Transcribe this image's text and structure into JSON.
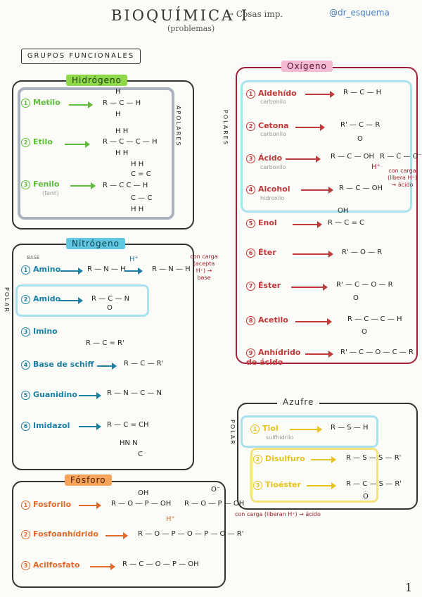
{
  "header": {
    "title": "BIOQUÍMICA I",
    "title_suffix": "→ Cosas imp.",
    "subtitle": "(problemas)",
    "handle": "@dr_esquema",
    "section_title": "GRUPOS FUNCIONALES"
  },
  "hidrogeno": {
    "header": "Hidrógeno",
    "side_label": "APOLARES",
    "items": [
      {
        "n": "1",
        "label": "Metilo"
      },
      {
        "n": "2",
        "label": "Etilo"
      },
      {
        "n": "3",
        "label": "Fenilo",
        "sub": "(fenil)"
      }
    ],
    "formulas": {
      "metilo": [
        "H",
        "R — C — H",
        "H"
      ],
      "etilo": [
        "H  H",
        "R — C — C — H",
        "H  H"
      ],
      "fenilo": [
        "H  H",
        "C = C",
        "R — C      C — H",
        "C — C",
        "H  H"
      ]
    }
  },
  "nitrogeno": {
    "header": "Nitrógeno",
    "side_label": "POLAR",
    "base_label": "BASE",
    "items": [
      {
        "n": "1",
        "label": "Amino"
      },
      {
        "n": "2",
        "label": "Amido"
      },
      {
        "n": "3",
        "label": "Imino"
      },
      {
        "n": "4",
        "label": "Base de schiff"
      },
      {
        "n": "5",
        "label": "Guanidino"
      },
      {
        "n": "6",
        "label": "Imidazol"
      }
    ],
    "formulas": {
      "amino1": "R — N — H",
      "amino_h": "H⁺",
      "amino2": "R — N — H",
      "amido": "R — C — N",
      "amido_o": "O",
      "imino": "R — C = R'",
      "schiff": "R — C — R'",
      "guanidino": "R — N — C — N",
      "imidazol": "R — C = CH",
      "imidazol2": "HN      N",
      "imidazol3": "C",
      "h": "H"
    },
    "note": "con carga (acepta H⁺) → base"
  },
  "oxigeno": {
    "header": "Oxígeno",
    "side_label": "POLARES",
    "items": [
      {
        "n": "1",
        "label": "Aldehído",
        "sub": "carbonilo"
      },
      {
        "n": "2",
        "label": "Cetona",
        "sub": "carbonilo"
      },
      {
        "n": "3",
        "label": "Ácido",
        "sub": "carboxilo"
      },
      {
        "n": "4",
        "label": "Alcohol",
        "sub": "hidroxilo"
      },
      {
        "n": "5",
        "label": "Enol"
      },
      {
        "n": "6",
        "label": "Éter"
      },
      {
        "n": "7",
        "label": "Éster"
      },
      {
        "n": "8",
        "label": "Acetilo"
      },
      {
        "n": "9",
        "label": "Anhídrido de ácido"
      }
    ],
    "formulas": {
      "aldehido": "R — C — H",
      "cetona": "R' — C — R",
      "acido": "R — C — OH",
      "acido2": "R — C — O⁻",
      "alcohol": "R — C — OH",
      "enol": "R — C = C",
      "eter": "R' — O — R",
      "ester": "R' — C — O — R",
      "acetilo": "R — C — C — H",
      "anhidrido": "R' — C — O — C — R",
      "o": "O",
      "oh": "OH",
      "hplus": "H⁺"
    },
    "note": "con carga (libera H⁺) → ácido"
  },
  "azufre": {
    "header": "Azufre",
    "side_label": "POLAR",
    "items": [
      {
        "n": "1",
        "label": "Tiol",
        "sub": "sulfhidrilo"
      },
      {
        "n": "2",
        "label": "Disulfuro"
      },
      {
        "n": "3",
        "label": "Tioéster"
      }
    ],
    "formulas": {
      "tiol": "R — S — H",
      "disulfuro": "R — S — S — R'",
      "tioester": "R — C — S — R'",
      "o": "O"
    }
  },
  "fosforo": {
    "header": "Fósforo",
    "items": [
      {
        "n": "1",
        "label": "Fosforilo"
      },
      {
        "n": "2",
        "label": "Fosfoanhídrido"
      },
      {
        "n": "3",
        "label": "Acilfosfato"
      }
    ],
    "formulas": {
      "fosforilo": "R — O — P — OH",
      "fosforilo2": "R — O — P — OH",
      "anhidrido": "R — O — P — O — P — O — R'",
      "acilfosfato": "R — C — O — P — OH",
      "oh": "OH",
      "o": "O",
      "ominus": "O⁻",
      "hplus": "H⁺"
    },
    "note": "con carga (liberan H⁺) → ácido"
  },
  "page_number": "1"
}
